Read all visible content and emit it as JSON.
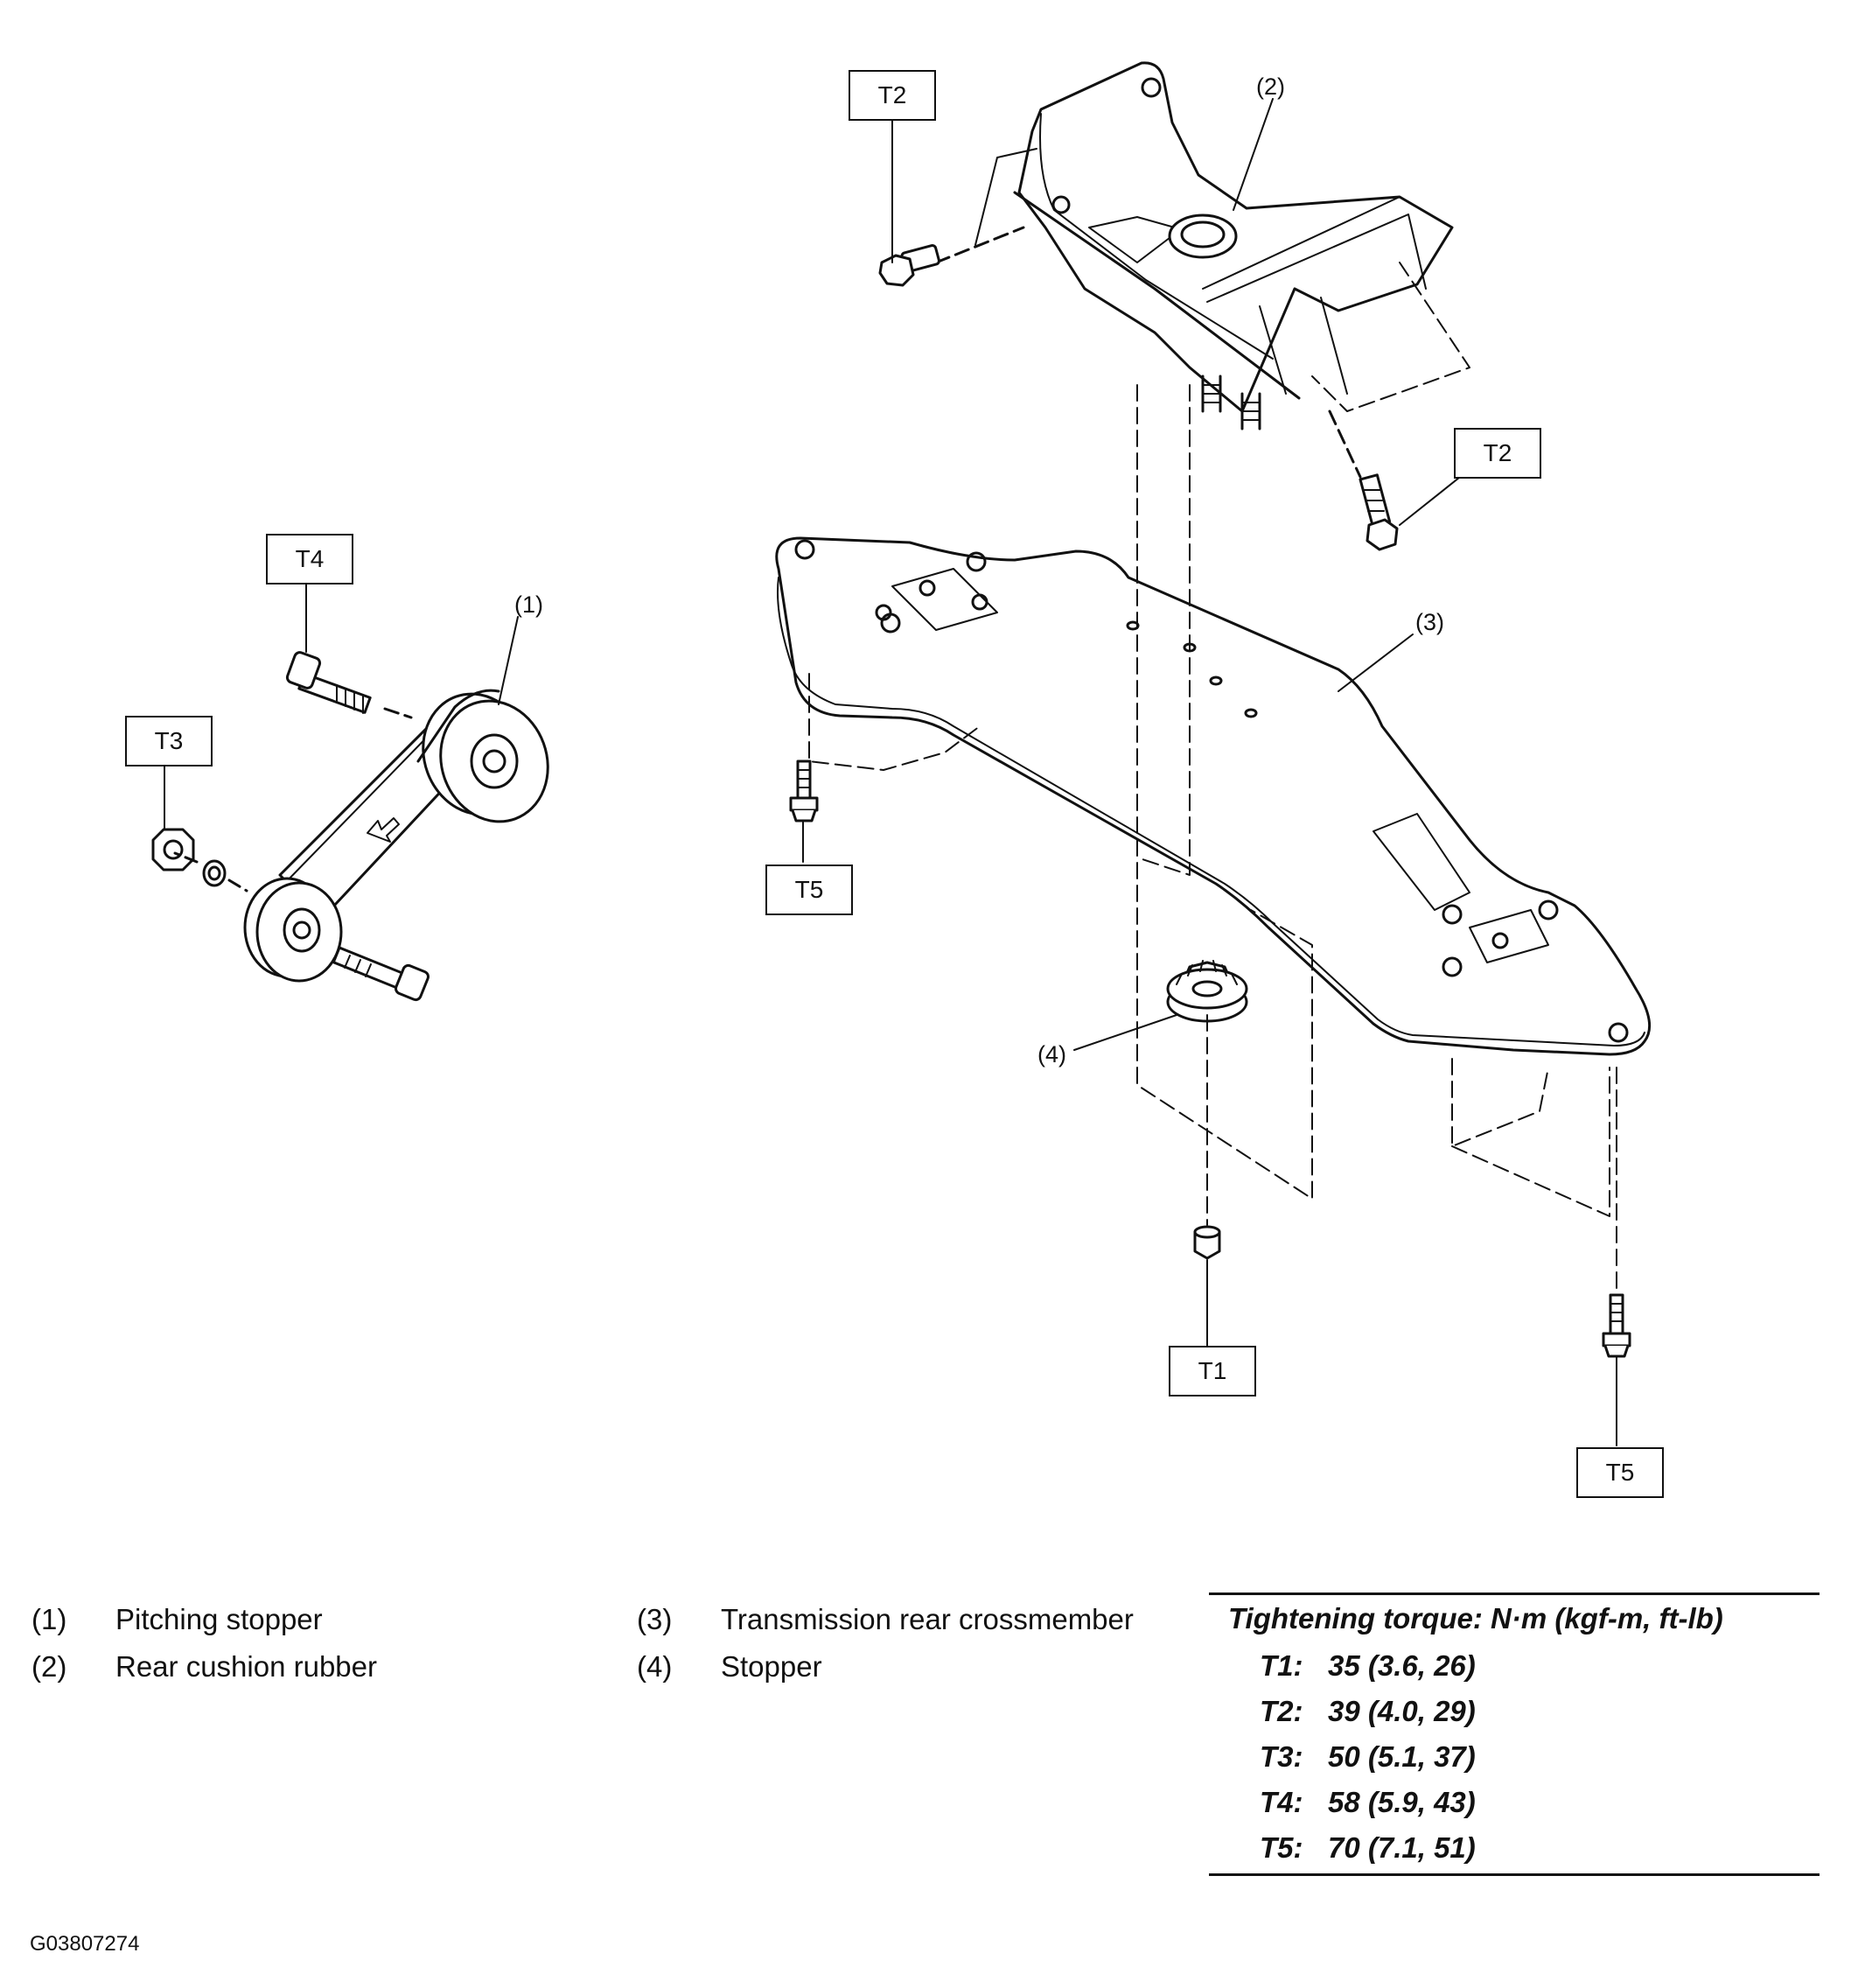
{
  "diagram": {
    "callouts": {
      "c1": "(1)",
      "c2": "(2)",
      "c3": "(3)",
      "c4": "(4)"
    },
    "torque_boxes": {
      "t2_top": "T2",
      "t2_right": "T2",
      "t4": "T4",
      "t3": "T3",
      "t5_left": "T5",
      "t1": "T1",
      "t5_right": "T5"
    }
  },
  "legend": [
    {
      "num": "(1)",
      "label": "Pitching stopper"
    },
    {
      "num": "(2)",
      "label": "Rear cushion rubber"
    },
    {
      "num": "(3)",
      "label": "Transmission rear crossmember"
    },
    {
      "num": "(4)",
      "label": "Stopper"
    }
  ],
  "torque": {
    "title": "Tightening torque: N·m (kgf-m, ft-lb)",
    "rows": [
      {
        "key": "T1:",
        "value": "35 (3.6, 26)"
      },
      {
        "key": "T2:",
        "value": "39 (4.0, 29)"
      },
      {
        "key": "T3:",
        "value": "50 (5.1, 37)"
      },
      {
        "key": "T4:",
        "value": "58 (5.9, 43)"
      },
      {
        "key": "T5:",
        "value": "70 (7.1, 51)"
      }
    ]
  },
  "figure_id": "G03807274"
}
